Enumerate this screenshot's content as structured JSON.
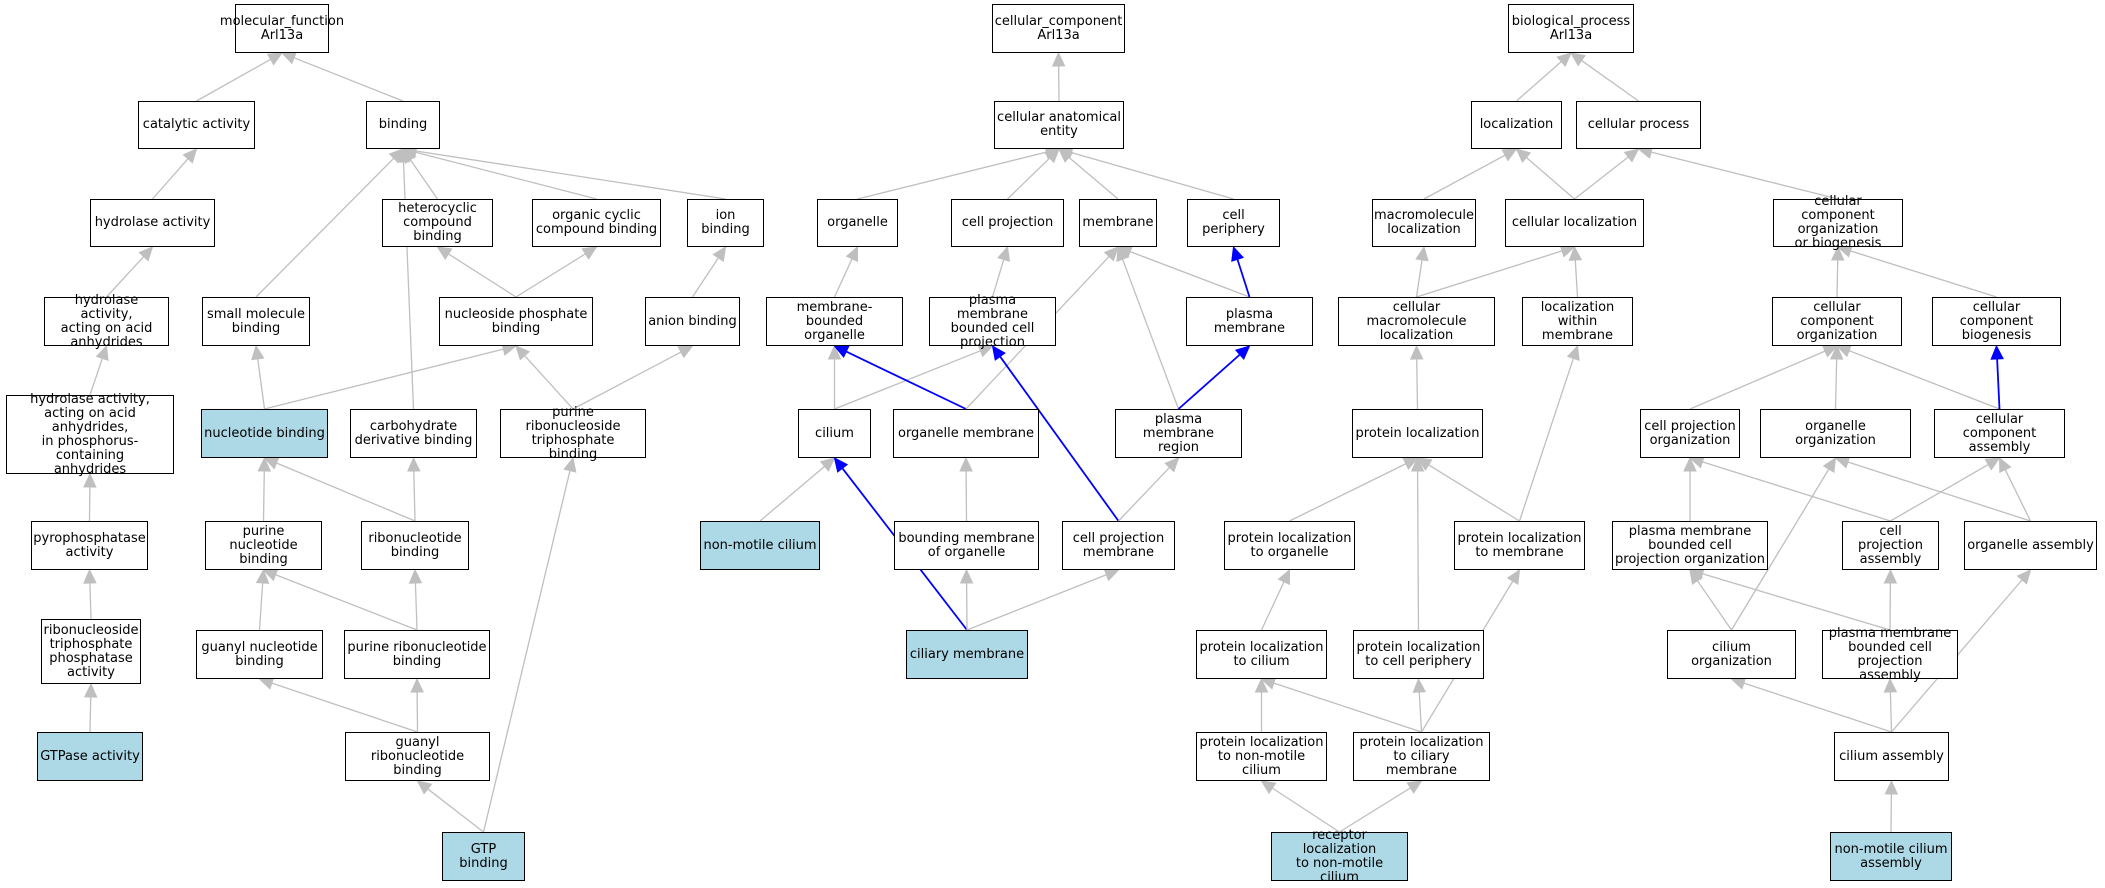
{
  "colors": {
    "node_border": "#000000",
    "node_fill": "#ffffff",
    "highlight_fill": "#add8e6",
    "edge_default": "#bfbfbf",
    "edge_highlight": "#0000ff"
  },
  "nodes": [
    {
      "id": "mf_root",
      "label": "molecular_function\nArl13a",
      "highlight": false
    },
    {
      "id": "catalytic",
      "label": "catalytic activity",
      "highlight": false
    },
    {
      "id": "binding",
      "label": "binding",
      "highlight": false
    },
    {
      "id": "hydrolase",
      "label": "hydrolase activity",
      "highlight": false
    },
    {
      "id": "hyd_acid",
      "label": "hydrolase activity,\nacting on acid\nanhydrides",
      "highlight": false
    },
    {
      "id": "hyd_p",
      "label": "hydrolase activity,\nacting on acid\nanhydrides,\nin phosphorus-containing\nanhydrides",
      "highlight": false
    },
    {
      "id": "pyro",
      "label": "pyrophosphatase\nactivity",
      "highlight": false
    },
    {
      "id": "rntp_phos",
      "label": "ribonucleoside\ntriphosphate\nphosphatase\nactivity",
      "highlight": false
    },
    {
      "id": "gtpase",
      "label": "GTPase activity",
      "highlight": true
    },
    {
      "id": "small_mol",
      "label": "small molecule\nbinding",
      "highlight": false
    },
    {
      "id": "heterocyclic",
      "label": "heterocyclic\ncompound binding",
      "highlight": false
    },
    {
      "id": "organic_cyclic",
      "label": "organic cyclic\ncompound binding",
      "highlight": false
    },
    {
      "id": "ion_binding",
      "label": "ion binding",
      "highlight": false
    },
    {
      "id": "nuc_phos",
      "label": "nucleoside phosphate\nbinding",
      "highlight": false
    },
    {
      "id": "anion",
      "label": "anion binding",
      "highlight": false
    },
    {
      "id": "nucleotide",
      "label": "nucleotide binding",
      "highlight": true
    },
    {
      "id": "carb",
      "label": "carbohydrate\nderivative binding",
      "highlight": false
    },
    {
      "id": "pur_rnts",
      "label": "purine ribonucleoside\ntriphosphate\nbinding",
      "highlight": false
    },
    {
      "id": "pur_nuc",
      "label": "purine nucleotide\nbinding",
      "highlight": false
    },
    {
      "id": "ribonuc",
      "label": "ribonucleotide\nbinding",
      "highlight": false
    },
    {
      "id": "guanyl_nuc",
      "label": "guanyl nucleotide\nbinding",
      "highlight": false
    },
    {
      "id": "pur_ribonuc",
      "label": "purine ribonucleotide\nbinding",
      "highlight": false
    },
    {
      "id": "guanyl_ribo",
      "label": "guanyl ribonucleotide\nbinding",
      "highlight": false
    },
    {
      "id": "gtp",
      "label": "GTP binding",
      "highlight": true
    },
    {
      "id": "cc_root",
      "label": "cellular_component\nArl13a",
      "highlight": false
    },
    {
      "id": "cae",
      "label": "cellular anatomical\nentity",
      "highlight": false
    },
    {
      "id": "organelle",
      "label": "organelle",
      "highlight": false
    },
    {
      "id": "cell_proj",
      "label": "cell projection",
      "highlight": false
    },
    {
      "id": "membrane",
      "label": "membrane",
      "highlight": false
    },
    {
      "id": "cell_periph",
      "label": "cell periphery",
      "highlight": false
    },
    {
      "id": "mem_bound",
      "label": "membrane-bounded\norganelle",
      "highlight": false
    },
    {
      "id": "pm_bcp",
      "label": "plasma membrane\nbounded cell\nprojection",
      "highlight": false
    },
    {
      "id": "pm",
      "label": "plasma membrane",
      "highlight": false
    },
    {
      "id": "cilium",
      "label": "cilium",
      "highlight": false
    },
    {
      "id": "org_mem",
      "label": "organelle membrane",
      "highlight": false
    },
    {
      "id": "pm_region",
      "label": "plasma membrane\nregion",
      "highlight": false
    },
    {
      "id": "nonmotile_cilium",
      "label": "non-motile cilium",
      "highlight": true
    },
    {
      "id": "bound_mem",
      "label": "bounding membrane\nof organelle",
      "highlight": false
    },
    {
      "id": "cp_mem",
      "label": "cell projection\nmembrane",
      "highlight": false
    },
    {
      "id": "ciliary_mem",
      "label": "ciliary membrane",
      "highlight": true
    },
    {
      "id": "bp_root",
      "label": "biological_process\nArl13a",
      "highlight": false
    },
    {
      "id": "localization",
      "label": "localization",
      "highlight": false
    },
    {
      "id": "cell_process",
      "label": "cellular process",
      "highlight": false
    },
    {
      "id": "macro_loc",
      "label": "macromolecule\nlocalization",
      "highlight": false
    },
    {
      "id": "cell_loc",
      "label": "cellular localization",
      "highlight": false
    },
    {
      "id": "cco_bio",
      "label": "cellular component\norganization\nor biogenesis",
      "highlight": false
    },
    {
      "id": "cell_macro_loc",
      "label": "cellular macromolecule\nlocalization",
      "highlight": false
    },
    {
      "id": "loc_within_mem",
      "label": "localization\nwithin membrane",
      "highlight": false
    },
    {
      "id": "cc_org",
      "label": "cellular component\norganization",
      "highlight": false
    },
    {
      "id": "cc_biogen",
      "label": "cellular component\nbiogenesis",
      "highlight": false
    },
    {
      "id": "prot_loc",
      "label": "protein localization",
      "highlight": false
    },
    {
      "id": "cp_org",
      "label": "cell projection\norganization",
      "highlight": false
    },
    {
      "id": "org_org",
      "label": "organelle organization",
      "highlight": false
    },
    {
      "id": "cc_assembly",
      "label": "cellular component\nassembly",
      "highlight": false
    },
    {
      "id": "prot_loc_org",
      "label": "protein localization\nto organelle",
      "highlight": false
    },
    {
      "id": "prot_loc_mem",
      "label": "protein localization\nto membrane",
      "highlight": false
    },
    {
      "id": "pm_bcp_org",
      "label": "plasma membrane\nbounded cell\nprojection organization",
      "highlight": false
    },
    {
      "id": "cp_assembly",
      "label": "cell projection\nassembly",
      "highlight": false
    },
    {
      "id": "org_assembly",
      "label": "organelle assembly",
      "highlight": false
    },
    {
      "id": "prot_loc_cilium",
      "label": "protein localization\nto cilium",
      "highlight": false
    },
    {
      "id": "prot_loc_periph",
      "label": "protein localization\nto cell periphery",
      "highlight": false
    },
    {
      "id": "cilium_org",
      "label": "cilium organization",
      "highlight": false
    },
    {
      "id": "pm_bcp_assembly",
      "label": "plasma membrane\nbounded cell\nprojection assembly",
      "highlight": false
    },
    {
      "id": "prot_loc_nm",
      "label": "protein localization\nto non-motile\ncilium",
      "highlight": false
    },
    {
      "id": "prot_loc_cm",
      "label": "protein localization\nto ciliary membrane",
      "highlight": false
    },
    {
      "id": "cilium_assembly",
      "label": "cilium assembly",
      "highlight": false
    },
    {
      "id": "receptor_loc",
      "label": "receptor localization\nto non-motile\ncilium",
      "highlight": true
    },
    {
      "id": "nm_cilium_assembly",
      "label": "non-motile cilium\nassembly",
      "highlight": true
    }
  ],
  "edges": [
    {
      "from": "catalytic",
      "to": "mf_root",
      "highlight": false
    },
    {
      "from": "binding",
      "to": "mf_root",
      "highlight": false
    },
    {
      "from": "hydrolase",
      "to": "catalytic",
      "highlight": false
    },
    {
      "from": "hyd_acid",
      "to": "hydrolase",
      "highlight": false
    },
    {
      "from": "hyd_p",
      "to": "hyd_acid",
      "highlight": false
    },
    {
      "from": "pyro",
      "to": "hyd_p",
      "highlight": false
    },
    {
      "from": "rntp_phos",
      "to": "pyro",
      "highlight": false
    },
    {
      "from": "gtpase",
      "to": "rntp_phos",
      "highlight": false
    },
    {
      "from": "small_mol",
      "to": "binding",
      "highlight": false
    },
    {
      "from": "heterocyclic",
      "to": "binding",
      "highlight": false
    },
    {
      "from": "organic_cyclic",
      "to": "binding",
      "highlight": false
    },
    {
      "from": "ion_binding",
      "to": "binding",
      "highlight": false
    },
    {
      "from": "carb",
      "to": "binding",
      "highlight": false
    },
    {
      "from": "nuc_phos",
      "to": "heterocyclic",
      "highlight": false
    },
    {
      "from": "nuc_phos",
      "to": "organic_cyclic",
      "highlight": false
    },
    {
      "from": "anion",
      "to": "ion_binding",
      "highlight": false
    },
    {
      "from": "nucleotide",
      "to": "small_mol",
      "highlight": false
    },
    {
      "from": "nucleotide",
      "to": "nuc_phos",
      "highlight": false
    },
    {
      "from": "pur_rnts",
      "to": "nuc_phos",
      "highlight": false
    },
    {
      "from": "pur_rnts",
      "to": "anion",
      "highlight": false
    },
    {
      "from": "pur_nuc",
      "to": "nucleotide",
      "highlight": false
    },
    {
      "from": "ribonuc",
      "to": "nucleotide",
      "highlight": false
    },
    {
      "from": "ribonuc",
      "to": "carb",
      "highlight": false
    },
    {
      "from": "guanyl_nuc",
      "to": "pur_nuc",
      "highlight": false
    },
    {
      "from": "pur_ribonuc",
      "to": "pur_nuc",
      "highlight": false
    },
    {
      "from": "pur_ribonuc",
      "to": "ribonuc",
      "highlight": false
    },
    {
      "from": "guanyl_ribo",
      "to": "guanyl_nuc",
      "highlight": false
    },
    {
      "from": "guanyl_ribo",
      "to": "pur_ribonuc",
      "highlight": false
    },
    {
      "from": "gtp",
      "to": "guanyl_ribo",
      "highlight": false
    },
    {
      "from": "gtp",
      "to": "pur_rnts",
      "highlight": false
    },
    {
      "from": "cae",
      "to": "cc_root",
      "highlight": false
    },
    {
      "from": "organelle",
      "to": "cae",
      "highlight": false
    },
    {
      "from": "cell_proj",
      "to": "cae",
      "highlight": false
    },
    {
      "from": "membrane",
      "to": "cae",
      "highlight": false
    },
    {
      "from": "cell_periph",
      "to": "cae",
      "highlight": false
    },
    {
      "from": "mem_bound",
      "to": "organelle",
      "highlight": false
    },
    {
      "from": "pm_bcp",
      "to": "cell_proj",
      "highlight": false
    },
    {
      "from": "pm",
      "to": "membrane",
      "highlight": false
    },
    {
      "from": "pm",
      "to": "cell_periph",
      "highlight": true
    },
    {
      "from": "cilium",
      "to": "mem_bound",
      "highlight": false
    },
    {
      "from": "cilium",
      "to": "pm_bcp",
      "highlight": false
    },
    {
      "from": "org_mem",
      "to": "mem_bound",
      "highlight": true
    },
    {
      "from": "org_mem",
      "to": "membrane",
      "highlight": false
    },
    {
      "from": "pm_region",
      "to": "membrane",
      "highlight": false
    },
    {
      "from": "pm_region",
      "to": "pm",
      "highlight": true
    },
    {
      "from": "nonmotile_cilium",
      "to": "cilium",
      "highlight": false
    },
    {
      "from": "bound_mem",
      "to": "org_mem",
      "highlight": false
    },
    {
      "from": "cp_mem",
      "to": "pm_bcp",
      "highlight": true
    },
    {
      "from": "cp_mem",
      "to": "pm_region",
      "highlight": false
    },
    {
      "from": "ciliary_mem",
      "to": "cilium",
      "highlight": true
    },
    {
      "from": "ciliary_mem",
      "to": "bound_mem",
      "highlight": false
    },
    {
      "from": "ciliary_mem",
      "to": "cp_mem",
      "highlight": false
    },
    {
      "from": "localization",
      "to": "bp_root",
      "highlight": false
    },
    {
      "from": "cell_process",
      "to": "bp_root",
      "highlight": false
    },
    {
      "from": "macro_loc",
      "to": "localization",
      "highlight": false
    },
    {
      "from": "cell_loc",
      "to": "localization",
      "highlight": false
    },
    {
      "from": "cell_loc",
      "to": "cell_process",
      "highlight": false
    },
    {
      "from": "cco_bio",
      "to": "cell_process",
      "highlight": false
    },
    {
      "from": "cell_macro_loc",
      "to": "macro_loc",
      "highlight": false
    },
    {
      "from": "cell_macro_loc",
      "to": "cell_loc",
      "highlight": false
    },
    {
      "from": "loc_within_mem",
      "to": "cell_loc",
      "highlight": false
    },
    {
      "from": "cc_org",
      "to": "cco_bio",
      "highlight": false
    },
    {
      "from": "cc_biogen",
      "to": "cco_bio",
      "highlight": false
    },
    {
      "from": "prot_loc",
      "to": "cell_macro_loc",
      "highlight": false
    },
    {
      "from": "cp_org",
      "to": "cc_org",
      "highlight": false
    },
    {
      "from": "org_org",
      "to": "cc_org",
      "highlight": false
    },
    {
      "from": "cc_assembly",
      "to": "cc_org",
      "highlight": false
    },
    {
      "from": "cc_assembly",
      "to": "cc_biogen",
      "highlight": true
    },
    {
      "from": "prot_loc_org",
      "to": "prot_loc",
      "highlight": false
    },
    {
      "from": "prot_loc_mem",
      "to": "prot_loc",
      "highlight": false
    },
    {
      "from": "prot_loc_mem",
      "to": "loc_within_mem",
      "highlight": false
    },
    {
      "from": "pm_bcp_org",
      "to": "cp_org",
      "highlight": false
    },
    {
      "from": "cp_assembly",
      "to": "cp_org",
      "highlight": false
    },
    {
      "from": "cp_assembly",
      "to": "cc_assembly",
      "highlight": false
    },
    {
      "from": "org_assembly",
      "to": "org_org",
      "highlight": false
    },
    {
      "from": "org_assembly",
      "to": "cc_assembly",
      "highlight": false
    },
    {
      "from": "prot_loc_cilium",
      "to": "prot_loc_org",
      "highlight": false
    },
    {
      "from": "prot_loc_periph",
      "to": "prot_loc",
      "highlight": false
    },
    {
      "from": "cilium_org",
      "to": "pm_bcp_org",
      "highlight": false
    },
    {
      "from": "cilium_org",
      "to": "org_org",
      "highlight": false
    },
    {
      "from": "pm_bcp_assembly",
      "to": "pm_bcp_org",
      "highlight": false
    },
    {
      "from": "pm_bcp_assembly",
      "to": "cp_assembly",
      "highlight": false
    },
    {
      "from": "prot_loc_nm",
      "to": "prot_loc_cilium",
      "highlight": false
    },
    {
      "from": "prot_loc_cm",
      "to": "prot_loc_cilium",
      "highlight": false
    },
    {
      "from": "prot_loc_cm",
      "to": "prot_loc_periph",
      "highlight": false
    },
    {
      "from": "prot_loc_cm",
      "to": "prot_loc_mem",
      "highlight": false
    },
    {
      "from": "cilium_assembly",
      "to": "cilium_org",
      "highlight": false
    },
    {
      "from": "cilium_assembly",
      "to": "pm_bcp_assembly",
      "highlight": false
    },
    {
      "from": "cilium_assembly",
      "to": "org_assembly",
      "highlight": false
    },
    {
      "from": "receptor_loc",
      "to": "prot_loc_nm",
      "highlight": false
    },
    {
      "from": "receptor_loc",
      "to": "prot_loc_cm",
      "highlight": false
    },
    {
      "from": "nm_cilium_assembly",
      "to": "cilium_assembly",
      "highlight": false
    }
  ]
}
